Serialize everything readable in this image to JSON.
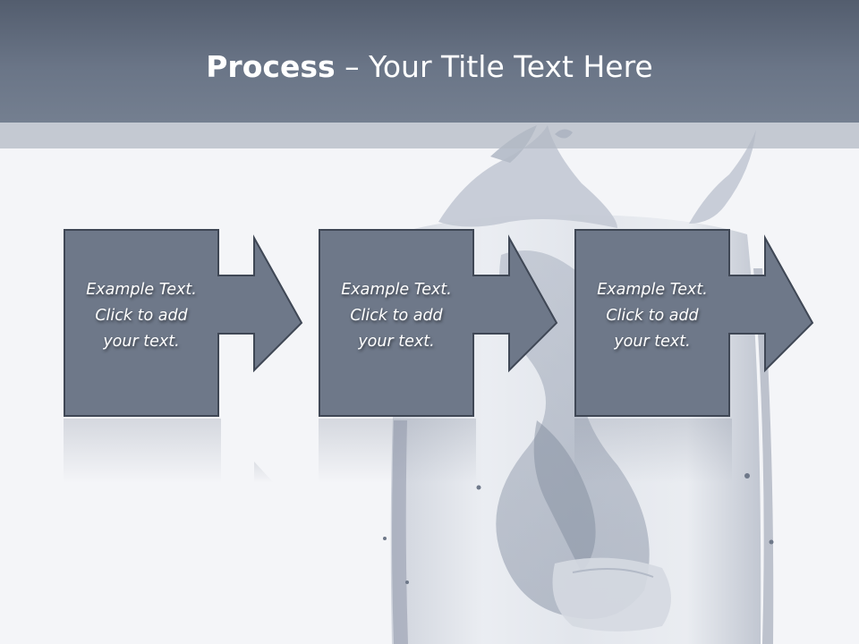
{
  "slide": {
    "title_bold": "Process",
    "title_separator": " – ",
    "title_rest": "Your Title Text Here"
  },
  "steps": [
    {
      "label": "Example Text.\nClick  to add\nyour text."
    },
    {
      "label": "Example Text.\nClick  to add\nyour text."
    },
    {
      "label": "Example Text.\nClick  to add\nyour text."
    }
  ],
  "colors": {
    "title_bar": "#6a7587",
    "box_fill": "#6e7889",
    "box_stroke": "#3f4755",
    "text": "#ffffff"
  },
  "background_image": "water-glass-splash"
}
